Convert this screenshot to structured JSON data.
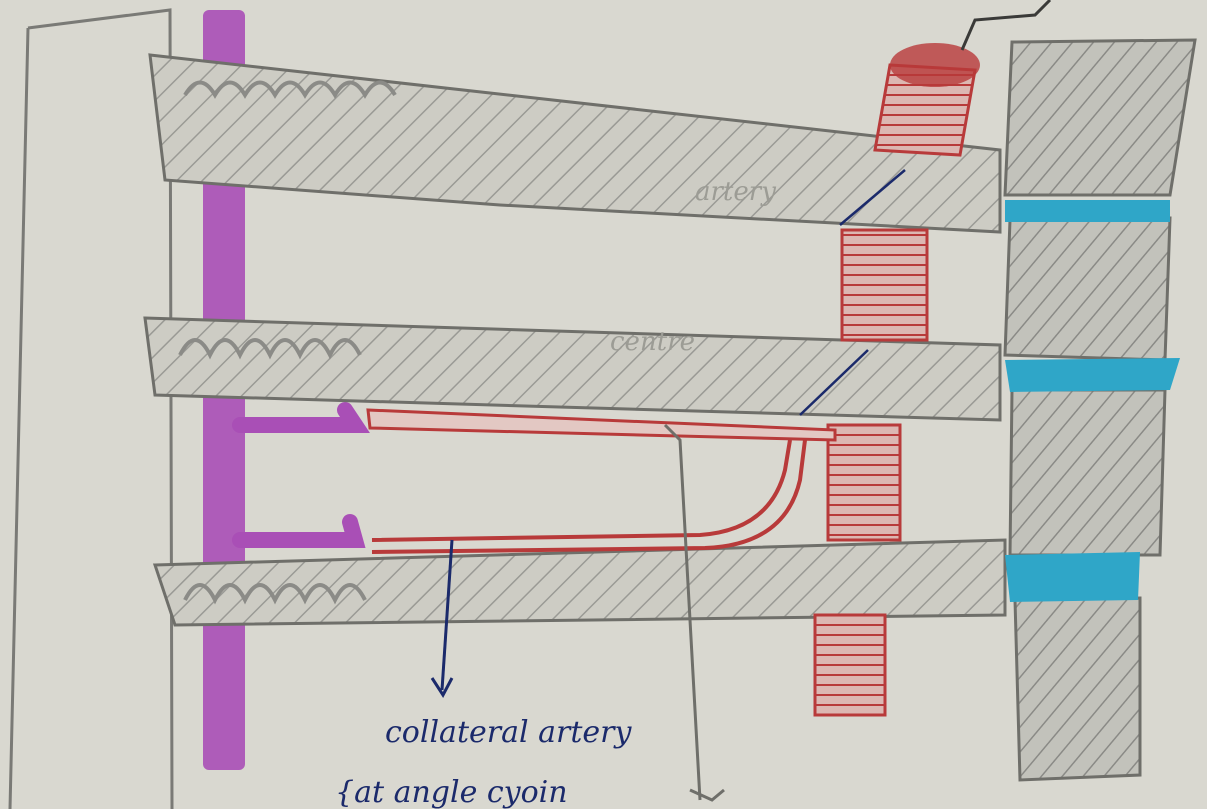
{
  "diagram": {
    "labels": {
      "collateral_label_line1": "collateral artery",
      "collateral_label_line2": "{at angle cyoin",
      "faint_label_1": "artery",
      "faint_label_2": "centre"
    },
    "colors": {
      "paper": "#d9d8d0",
      "sternum_purple": "#a94fb6",
      "aorta_red": "#b83a3a",
      "vertebra_gray": "#8d8d8d",
      "disc_cyan": "#2fa6c8",
      "ink_blue": "#1b2a6b",
      "pencil_gray": "#7a7a76"
    }
  }
}
